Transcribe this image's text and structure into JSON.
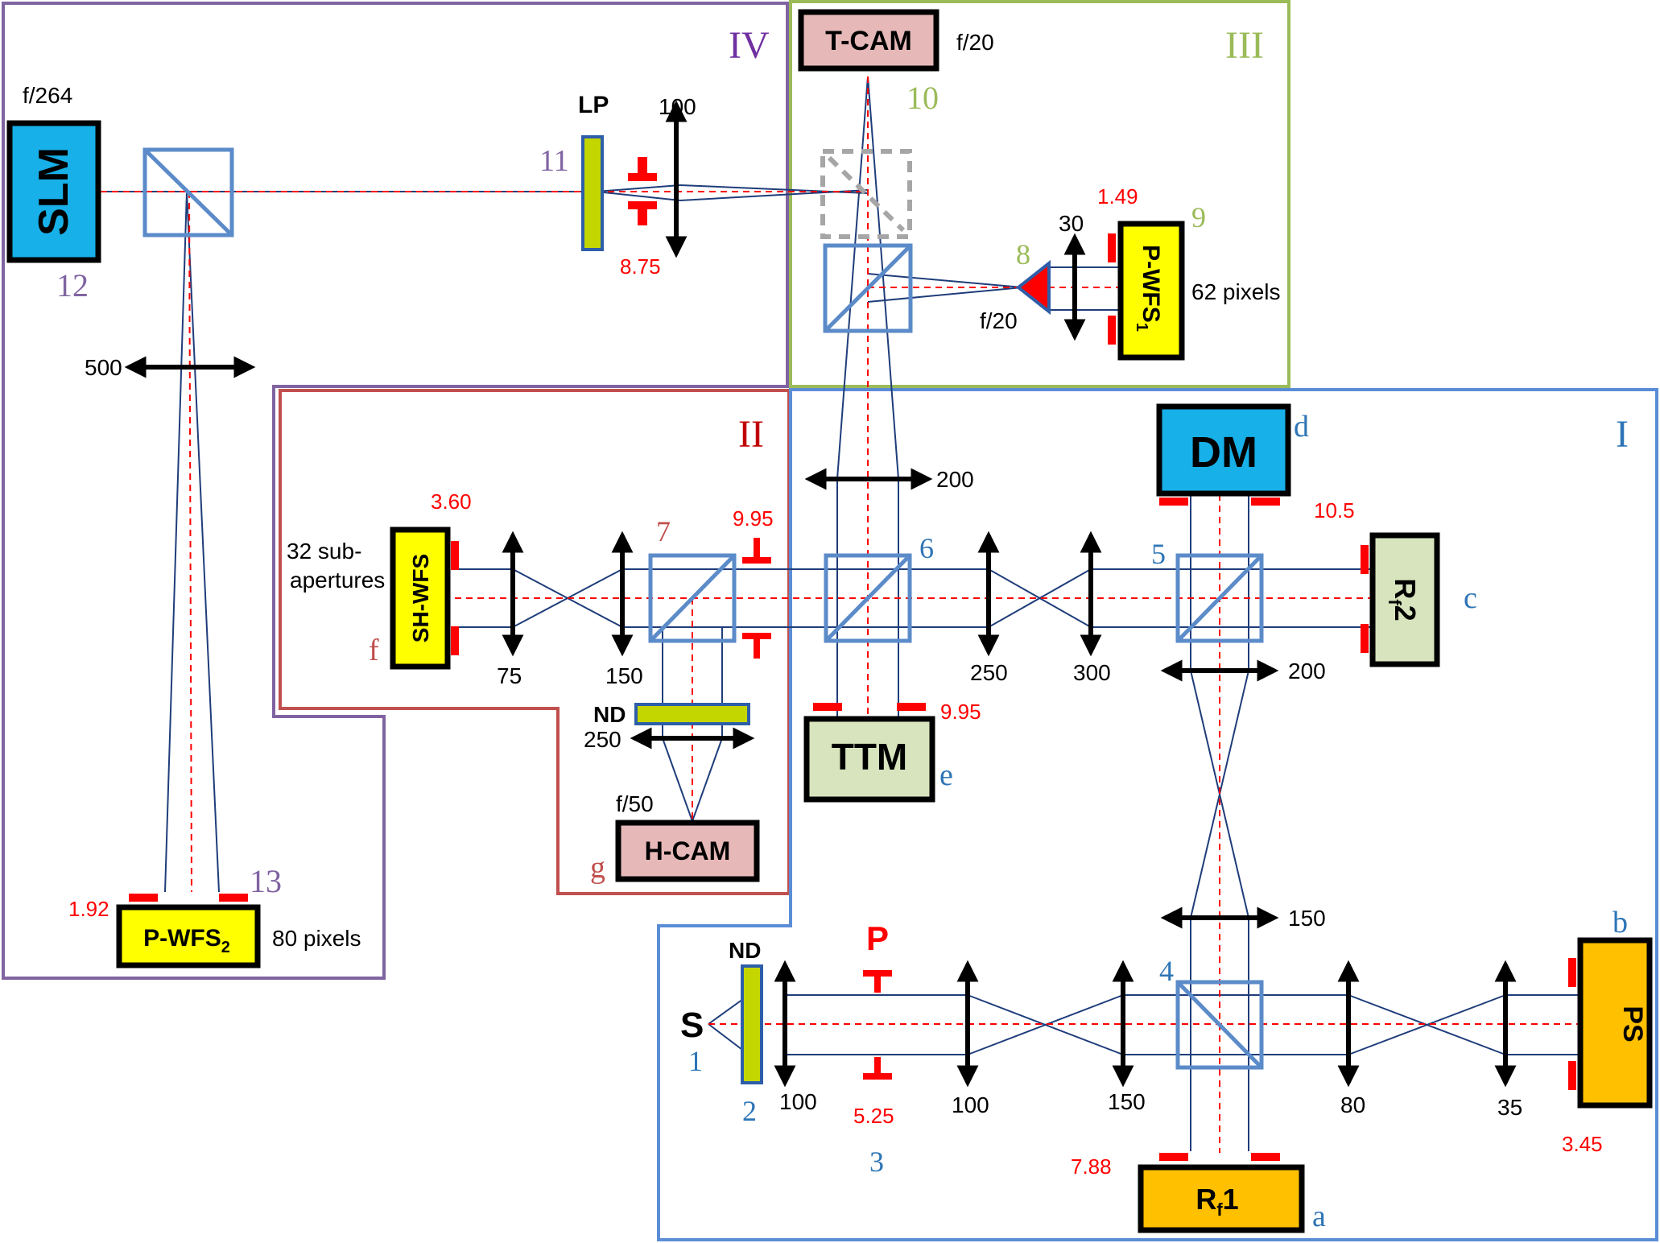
{
  "colors": {
    "region_I": "#5b8dd6",
    "region_II": "#c0504d",
    "region_III": "#9bbb59",
    "region_IV": "#8064a2",
    "detector_yellow": "#ffff00",
    "deformable_blue": "#17b0e8",
    "camera_pink": "#e6b9b8",
    "mount_green": "#d7e4bd",
    "source_orange": "#ffc000",
    "filter_lime": "#c4d600",
    "beam": "#1f3d7a",
    "axis_red": "#ff0000"
  },
  "regions": {
    "I": "I",
    "II": "II",
    "III": "III",
    "IV": "IV"
  },
  "components": {
    "slm": "SLM",
    "tcam": "T-CAM",
    "dm": "DM",
    "pwfs1": "P-WFS",
    "pwfs1_sub": "1",
    "pwfs2": "P-WFS",
    "pwfs2_sub": "2",
    "shwfs": "SH-WFS",
    "hcam": "H-CAM",
    "ttm": "TTM",
    "rf2_main": "R",
    "rf2_sub": "f",
    "rf2_tail": "2",
    "rf1_main": "R",
    "rf1_sub": "f",
    "rf1_tail": "1",
    "ps": "PS",
    "lp": "LP",
    "nd_top": "ND",
    "nd_bottom": "ND",
    "source": "S",
    "pupil": "P"
  },
  "focal_ratios": {
    "slm": "f/264",
    "tcam": "f/20",
    "pwfs1": "f/20",
    "hcam": "f/50"
  },
  "lens_focal_lengths": {
    "l100_top": "100",
    "l500": "500",
    "l200_ttm": "200",
    "l30": "30",
    "l75": "75",
    "l150_sh": "150",
    "l250_h": "250",
    "l250": "250",
    "l300": "300",
    "l200_dm": "200",
    "l150_v": "150",
    "l100_a": "100",
    "l100_b": "100",
    "l150_c": "150",
    "l80": "80",
    "l35": "35"
  },
  "pupil_sizes": {
    "slm_stop": "8.75",
    "pwfs1": "1.49",
    "pwfs2": "1.92",
    "shwfs": "3.60",
    "bs7": "9.95",
    "ttm": "9.95",
    "rf2": "10.5",
    "rf1": "7.88",
    "ps": "3.45",
    "pupil_stop": "5.25"
  },
  "notes": {
    "pwfs1_pixels": "62 pixels",
    "pwfs2_pixels": "80 pixels",
    "sh_sub_line1": "32 sub-",
    "sh_sub_line2": "apertures"
  },
  "numbers": {
    "n1": "1",
    "n2": "2",
    "n3": "3",
    "n4": "4",
    "n5": "5",
    "n6": "6",
    "n7": "7",
    "n8": "8",
    "n9": "9",
    "n10": "10",
    "n11": "11",
    "n12": "12",
    "n13": "13"
  },
  "letters": {
    "a": "a",
    "b": "b",
    "c": "c",
    "d": "d",
    "e": "e",
    "f": "f",
    "g": "g"
  }
}
